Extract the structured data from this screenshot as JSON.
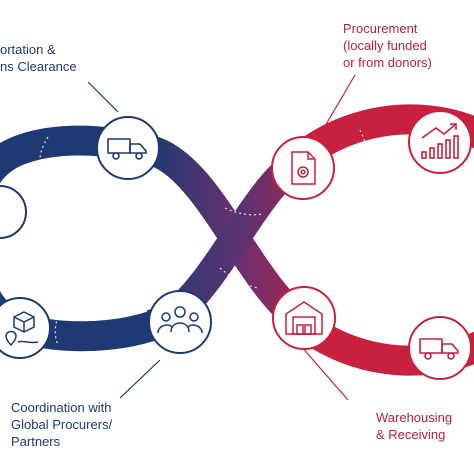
{
  "labels": {
    "transport": [
      "ortation &",
      "ns Clearance"
    ],
    "procurement": [
      "Procurement",
      "(locally funded",
      "or from donors)"
    ],
    "coordination": [
      "Coordination with",
      "Global Procurers/",
      "Partners"
    ],
    "warehousing": [
      "Warehousing",
      "& Receiving"
    ]
  },
  "colors": {
    "blue": "#1f3a73",
    "red": "#c8203f",
    "purple": "#7a2e6e",
    "text_blue": "#1f3a73",
    "text_red": "#b5223f"
  },
  "icons": {
    "transport": "delivery-truck-icon",
    "procurement": "document-gear-icon",
    "growth": "growth-chart-icon",
    "coordination": "people-group-icon",
    "warehouse": "warehouse-icon",
    "delivery": "delivery-truck-icon",
    "location": "map-pin-box-icon"
  }
}
